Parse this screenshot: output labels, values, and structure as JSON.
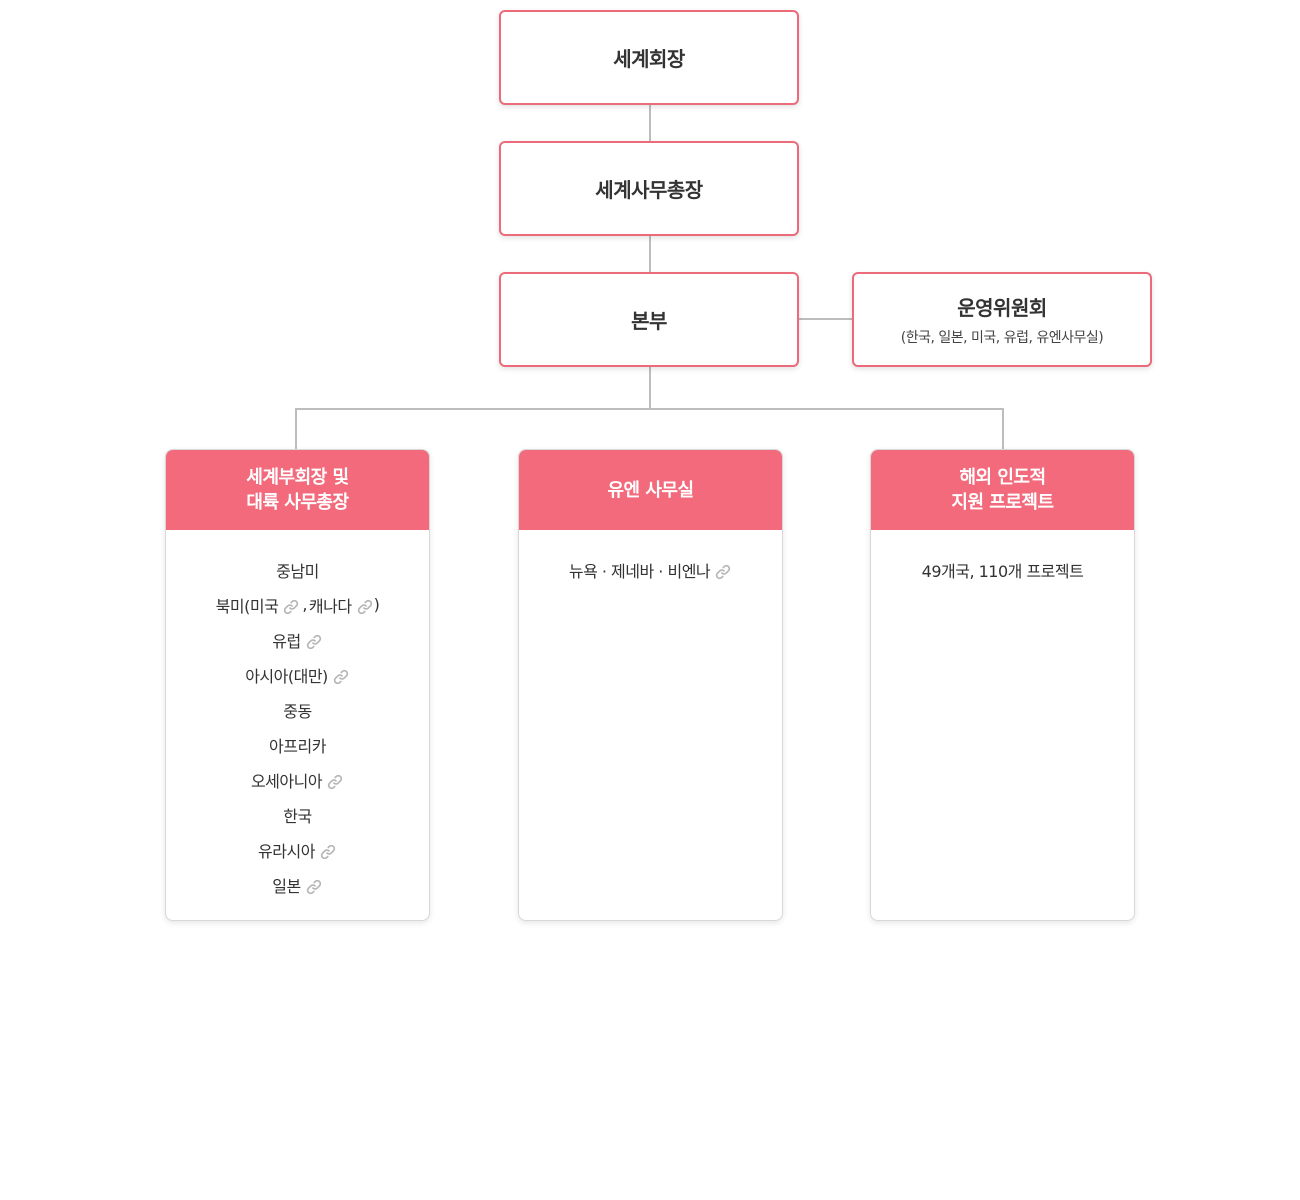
{
  "nodes": {
    "president": {
      "title": "세계회장"
    },
    "secretary_general": {
      "title": "세계사무총장"
    },
    "headquarters": {
      "title": "본부"
    },
    "steering_committee": {
      "title": "운영위원회",
      "subtitle": "(한국, 일본, 미국, 유럽, 유엔사무실)"
    }
  },
  "cards": {
    "continental": {
      "title_line1": "세계부회장 및",
      "title_line2": "대륙 사무총장",
      "items": [
        {
          "label": "중남미"
        },
        {
          "prefix": "북미(",
          "link1": "미국",
          "separator": ",",
          "link2": "캐나다",
          "suffix": ")"
        },
        {
          "label": "유럽"
        },
        {
          "label": "아시아(대만)"
        },
        {
          "label": "중동"
        },
        {
          "label": "아프리카"
        },
        {
          "label": "오세아니아"
        },
        {
          "label": "한국"
        },
        {
          "label": "유라시아"
        },
        {
          "label": "일본"
        }
      ]
    },
    "un_office": {
      "title": "유엔 사무실",
      "items": [
        {
          "label": "뉴욕 · 제네바 · 비엔나"
        }
      ]
    },
    "overseas": {
      "title_line1": "해외 인도적",
      "title_line2": "지원 프로젝트",
      "items": [
        {
          "label": "49개국, 110개 프로젝트"
        }
      ]
    }
  },
  "icons": {
    "link": "link-icon"
  },
  "colors": {
    "accent": "#f26a7b",
    "border": "#ec6b7a",
    "connector": "#bdbdbd",
    "link_icon": "#b5b5b5"
  }
}
